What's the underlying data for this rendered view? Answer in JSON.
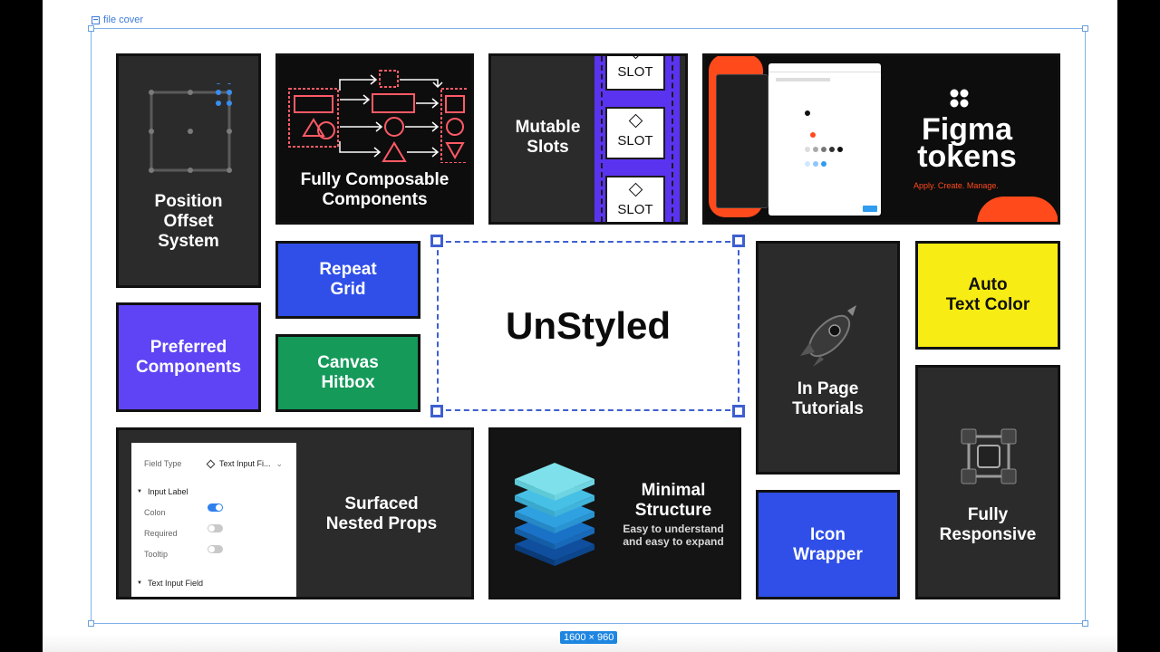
{
  "frame": {
    "name": "file cover",
    "size_badge": "1600 × 960"
  },
  "tiles": {
    "position_offset": "Position\nOffset\nSystem",
    "fully_composable": "Fully Composable\nComponents",
    "mutable_slots": "Mutable\nSlots",
    "slot_label": "SLOT",
    "figma_tokens": {
      "title_line1": "Figma",
      "title_line2": "tokens",
      "tagline": "Apply. Create. Manage."
    },
    "repeat_grid": "Repeat\nGrid",
    "canvas_hitbox": "Canvas\nHitbox",
    "preferred_components": "Preferred\nComponents",
    "unstyled": "UnStyled",
    "in_page_tutorials": "In Page\nTutorials",
    "auto_text_color": "Auto\nText Color",
    "surfaced_nested_props": "Surfaced\nNested Props",
    "minimal_structure": {
      "title": "Minimal\nStructure",
      "subtitle": "Easy to understand\nand easy to expand"
    },
    "icon_wrapper": "Icon\nWrapper",
    "fully_responsive": "Fully\nResponsive"
  },
  "field_panel": {
    "field_type_label": "Field Type",
    "field_type_value": "Text Input Fi...",
    "section_input_label": "Input Label",
    "colon": "Colon",
    "required": "Required",
    "tooltip": "Tooltip",
    "section_text_input": "Text Input Field"
  },
  "colors": {
    "blue": "#2f4fe8",
    "purple": "#5f44f5",
    "green": "#159a5a",
    "yellow": "#f7ec14",
    "orange": "#ff4a1c",
    "selection": "#3e5fd0"
  }
}
